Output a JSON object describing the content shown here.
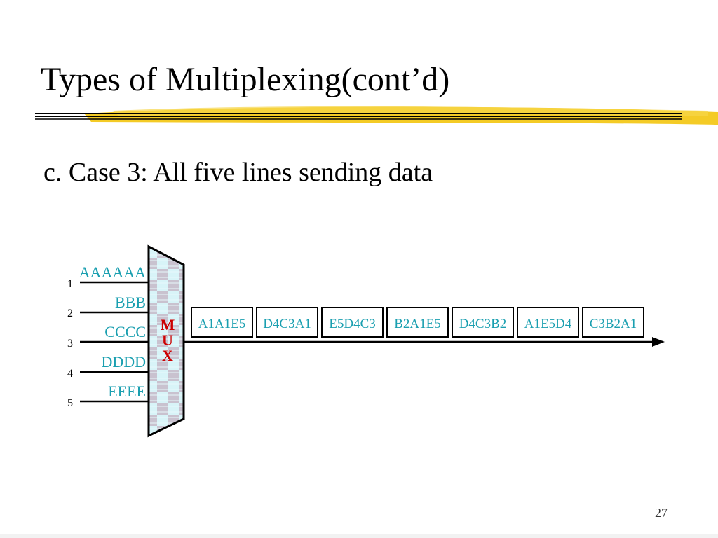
{
  "slide": {
    "title": "Types of Multiplexing(cont’d)",
    "bullet": "c. Case 3: All five lines sending data",
    "page_number": "27"
  },
  "diagram": {
    "input_lines": [
      {
        "number": "1",
        "data": "AAAAAA"
      },
      {
        "number": "2",
        "data": "BBB"
      },
      {
        "number": "3",
        "data": "CCCC"
      },
      {
        "number": "4",
        "data": "DDDD"
      },
      {
        "number": "5",
        "data": "EEEE"
      }
    ],
    "mux_letters": [
      "M",
      "U",
      "X"
    ],
    "output_frames": [
      "A1A1E5",
      "D4C3A1",
      "E5D4C3",
      "B2A1E5",
      "D4C3B2",
      "A1E5D4",
      "C3B2A1"
    ],
    "colors": {
      "data_text": "#1a9fb0",
      "mux_text": "#cc0000",
      "mux_fill_light": "#d8f4f8",
      "mux_fill_checker": "#c9c2cf",
      "title_rule_gold": "#f2c200"
    }
  }
}
